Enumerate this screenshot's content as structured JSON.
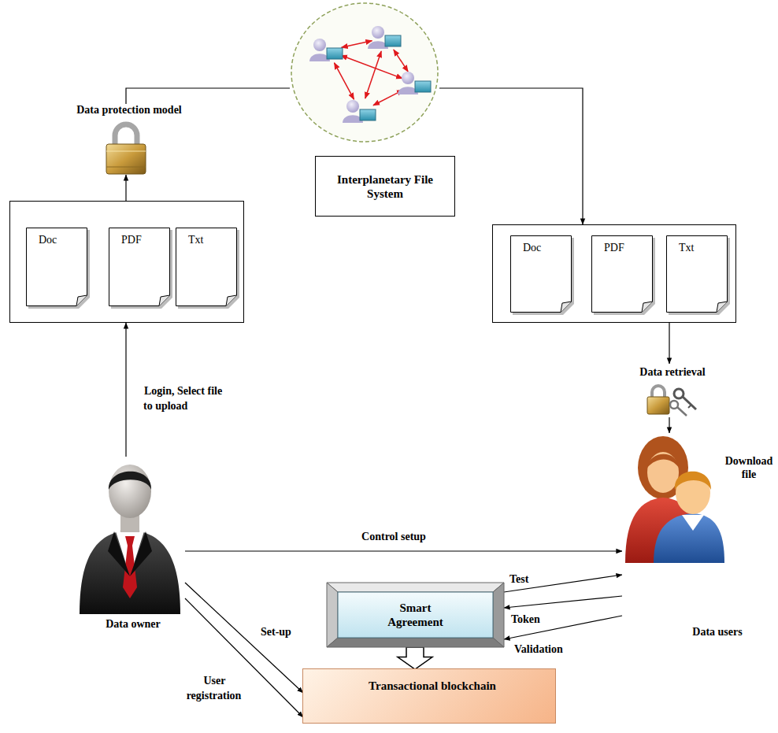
{
  "diagram": {
    "nodes": [
      {
        "text": [
          "Interplanetary File System"
        ]
      },
      {
        "text": [
          "Data protection model"
        ]
      },
      {
        "text": []
      },
      {
        "text": [
          "Doc"
        ],
        "in": 2
      },
      {
        "text": [
          "PDF"
        ],
        "in": 2
      },
      {
        "text": [
          "Txt"
        ],
        "in": 2
      },
      {
        "text": []
      },
      {
        "text": [
          "Doc"
        ],
        "in": 6
      },
      {
        "text": [
          "PDF"
        ],
        "in": 6
      },
      {
        "text": [
          "Txt"
        ],
        "in": 6
      },
      {
        "text": [
          "Data retrieval"
        ]
      },
      {
        "text": [
          "Data owner"
        ]
      },
      {
        "text": [
          "Download file",
          "Data users"
        ]
      },
      {
        "text": [
          "Smart Agreement"
        ]
      },
      {
        "text": [
          "Transactional blockchain"
        ]
      }
    ],
    "edges": [
      {
        "from": 11,
        "to": 2,
        "arrow": "to",
        "label": "Login, Select file to upload"
      },
      {
        "from": 2,
        "to": 1,
        "arrow": "to"
      },
      {
        "from": 1,
        "to": 0,
        "arrow": "none"
      },
      {
        "from": 0,
        "to": 6,
        "arrow": "to"
      },
      {
        "from": 6,
        "to": 10,
        "arrow": "to"
      },
      {
        "from": 10,
        "to": 12,
        "arrow": "to"
      },
      {
        "from": 11,
        "to": 12,
        "arrow": "to",
        "label": "Control setup"
      },
      {
        "from": 13,
        "to": 12,
        "arrow": "to",
        "label": "Test"
      },
      {
        "from": 12,
        "to": 13,
        "arrow": "to",
        "label": "Token"
      },
      {
        "from": 12,
        "to": 13,
        "arrow": "to",
        "label": "Validation"
      },
      {
        "from": 11,
        "to": 14,
        "arrow": "to",
        "label": "Set-up"
      },
      {
        "from": 11,
        "to": 14,
        "arrow": "to",
        "label": "User registration"
      },
      {
        "from": 13,
        "to": 14,
        "arrow": "to"
      }
    ]
  }
}
